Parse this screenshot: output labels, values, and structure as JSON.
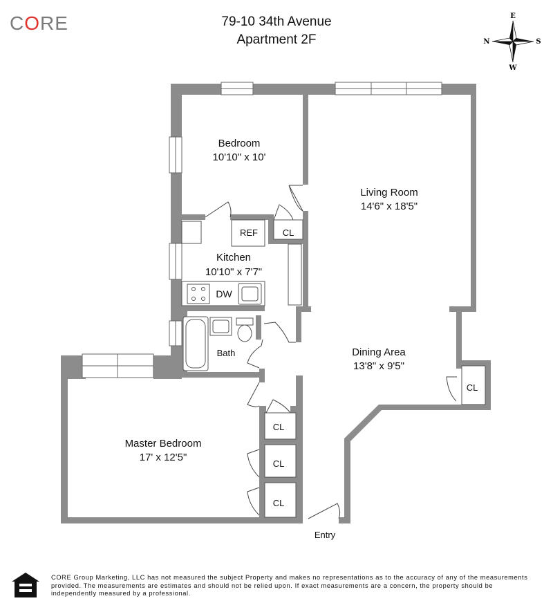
{
  "logo": {
    "text_c": "C",
    "text_o": "O",
    "text_re": "RE"
  },
  "header": {
    "address": "79-10 34th Avenue",
    "unit": "Apartment 2F"
  },
  "compass": {
    "n": "N",
    "e": "E",
    "s": "S",
    "w": "W"
  },
  "rooms": {
    "bedroom": {
      "name": "Bedroom",
      "size": "10'10\" x 10'"
    },
    "living": {
      "name": "Living Room",
      "size": "14'6\" x 18'5\""
    },
    "kitchen": {
      "name": "Kitchen",
      "size": "10'10\" x 7'7\""
    },
    "dining": {
      "name": "Dining Area",
      "size": "13'8\" x 9'5\""
    },
    "master": {
      "name": "Master Bedroom",
      "size": "17' x 12'5\""
    },
    "bath": {
      "name": "Bath"
    }
  },
  "fixtures": {
    "ref": "REF",
    "dw": "DW",
    "cl": "CL",
    "entry": "Entry"
  },
  "colors": {
    "wall": "#8c8c8c",
    "logo_accent": "#e0312b",
    "logo_gray": "#7a7a7a"
  },
  "disclaimer": "CORE Group Marketing, LLC has not measured the subject Property and makes no representations as to the accuracy of any of the measurements provided. The measurements are estimates and should not be relied upon. If exact measurements are a concern, the property should be independently measured by a professional.",
  "icons": {
    "housing": "equal-housing-opportunity-icon",
    "compass": "compass-rose-icon"
  }
}
